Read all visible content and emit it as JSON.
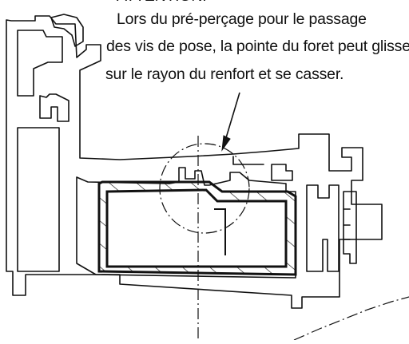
{
  "note": {
    "lines": [
      "ATTENTION:",
      "Lors du pré-perçage pour le passage",
      "des vis de pose, la pointe du foret peut glisser",
      "sur le rayon du renfort et se casser."
    ]
  },
  "colors": {
    "line": "#111111",
    "background": "#ffffff"
  }
}
